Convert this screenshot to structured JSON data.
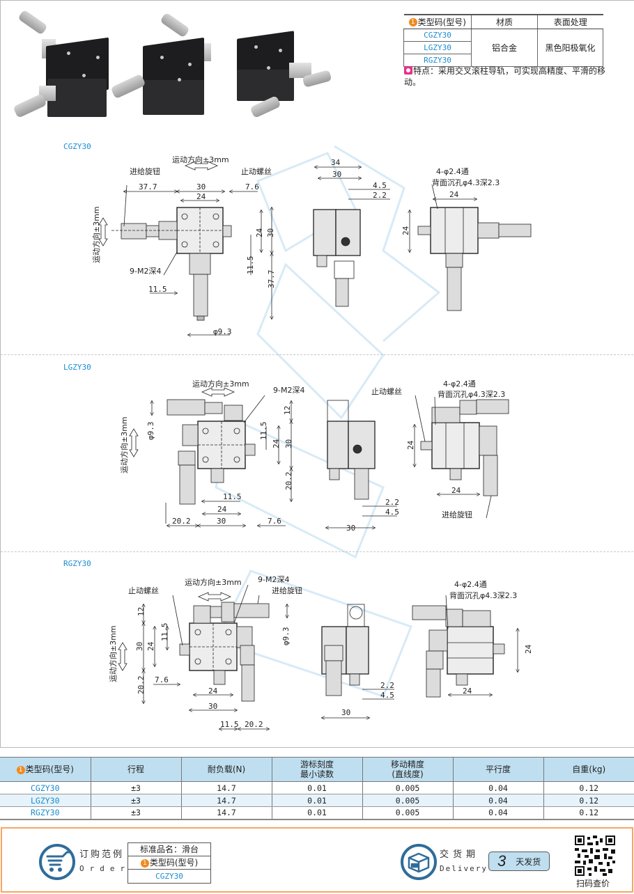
{
  "spec_table": {
    "headers": [
      "类型码(型号)",
      "材质",
      "表面处理"
    ],
    "badge": "1",
    "models": [
      "CGZY30",
      "LGZY30",
      "RGZY30"
    ],
    "material": "铝合金",
    "surface": "黑色阳极氧化"
  },
  "feature": {
    "text": "特点：采用交叉滚柱导轨，可实现高精度、平滑的移动。"
  },
  "sections": [
    {
      "label": "CGZY30",
      "annotations": {
        "motion_h": "运动方向±3mm",
        "motion_v": "运动方向±3mm",
        "feed_knob": "进给旋钮",
        "stop_screw": "止动螺丝",
        "tapped_holes": "9-M2深4",
        "through_holes": "4-φ2.4通",
        "counterbore": "背面沉孔φ4.3深2.3"
      },
      "dims": [
        "37.7",
        "30",
        "24",
        "7.6",
        "24",
        "30",
        "11.5",
        "37.7",
        "11.5",
        "φ9.3",
        "34",
        "30",
        "4.5",
        "2.2",
        "24",
        "24"
      ]
    },
    {
      "label": "LGZY30",
      "annotations": {
        "motion_h": "运动方向±3mm",
        "motion_v": "运动方向±3mm",
        "tapped_holes": "9-M2深4",
        "stop_screw": "止动螺丝",
        "through_holes": "4-φ2.4通",
        "counterbore": "背面沉孔φ4.3深2.3",
        "feed_knob": "进给旋钮"
      },
      "dims": [
        "φ9.3",
        "12",
        "11.5",
        "24",
        "30",
        "20.2",
        "11.5",
        "24",
        "20.2",
        "30",
        "7.6",
        "2.2",
        "4.5",
        "30",
        "24",
        "24"
      ]
    },
    {
      "label": "RGZY30",
      "annotations": {
        "motion_h": "运动方向±3mm",
        "motion_v": "运动方向±3mm",
        "stop_screw": "止动螺丝",
        "tapped_holes": "9-M2深4",
        "feed_knob": "进给旋钮",
        "through_holes": "4-φ2.4通",
        "counterbore": "背面沉孔φ4.3深2.3"
      },
      "dims": [
        "12",
        "30",
        "24",
        "11.5",
        "7.6",
        "20.2",
        "24",
        "30",
        "11.5",
        "20.2",
        "φ9.3",
        "2.2",
        "4.5",
        "30",
        "24",
        "24"
      ]
    }
  ],
  "data_table": {
    "headers": [
      "类型码(型号)",
      "行程",
      "耐负载(N)",
      "游标刻度\n最小读数",
      "移动精度\n(直线度)",
      "平行度",
      "自重(kg)"
    ],
    "header_lines": {
      "vernier_1": "游标刻度",
      "vernier_2": "最小读数",
      "precision_1": "移动精度",
      "precision_2": "(直线度)"
    },
    "rows": [
      {
        "model": "CGZY30",
        "stroke": "±3",
        "load": "14.7",
        "vernier": "0.01",
        "precision": "0.005",
        "parallelism": "0.04",
        "weight": "0.12"
      },
      {
        "model": "LGZY30",
        "stroke": "±3",
        "load": "14.7",
        "vernier": "0.01",
        "precision": "0.005",
        "parallelism": "0.04",
        "weight": "0.12"
      },
      {
        "model": "RGZY30",
        "stroke": "±3",
        "load": "14.7",
        "vernier": "0.01",
        "precision": "0.005",
        "parallelism": "0.04",
        "weight": "0.12"
      }
    ]
  },
  "footer": {
    "order_cn": "订购范例",
    "order_en": "Order",
    "order_box": {
      "name": "标准品名：滑台",
      "code_label": "类型码(型号)",
      "code_value": "CGZY30"
    },
    "delivery_cn": "交货期",
    "delivery_en": "Delivery",
    "days_num": "3",
    "days_label": "天发货",
    "qr_label": "扫码查价",
    "accent": "#f4a765",
    "icon_color": "#2f6c9a"
  },
  "colors": {
    "model_blue": "#1a8ccf",
    "header_bg": "#bfdff0",
    "badge_orange": "#f08a1e",
    "feature_pink": "#e6308a"
  }
}
